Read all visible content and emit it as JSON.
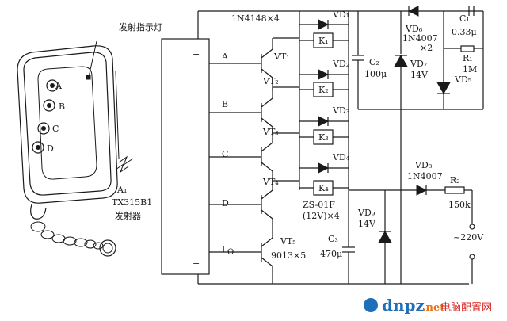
{
  "labels": {
    "indicator": "发射指示灯",
    "btn_a": "A",
    "btn_b": "B",
    "btn_c": "C",
    "btn_d": "D",
    "transmitter_id": "A₁",
    "transmitter_model": "TX315B1",
    "transmitter_name": "发射器",
    "in_a": "A",
    "in_b": "B",
    "in_c": "C",
    "in_d": "D",
    "in_io": "I",
    "in_io_sub": "O",
    "plus": "+",
    "minus": "−",
    "diodes_top": "1N4148×4",
    "vd1": "VD₁",
    "vd2": "VD₂",
    "vd3": "VD₃",
    "vd4": "VD₄",
    "vt1": "VT₁",
    "vt2": "VT₂",
    "vt3": "VT₃",
    "vt4": "VT₄",
    "vt5": "VT₅",
    "vt_type": "9013×5",
    "k1": "K₁",
    "k2": "K₂",
    "k3": "K₃",
    "k4": "K₄",
    "relay_model": "ZS-01F",
    "relay_spec": "(12V)×4",
    "c2": "C₂",
    "c2_val": "100μ",
    "c3": "C₃",
    "c3_val": "470μ",
    "vd6": "VD₆",
    "vd6_model": "1N4007",
    "vd6_qty": "×2",
    "c1": "C₁",
    "c1_val": "0.33μ",
    "r1": "R₁",
    "r1_val": "1M",
    "vd5": "VD₅",
    "vd7": "VD₇",
    "vd7_val": "14V",
    "vd8": "VD₈",
    "vd8_model": "1N4007",
    "r2": "R₂",
    "r2_val": "150k",
    "vd9": "VD₉",
    "vd9_val": "14V",
    "mains": "~220V"
  },
  "watermark": {
    "brand": "dnpz",
    "tld": ".net",
    "site_name": "电脑配置网"
  },
  "colors": {
    "ink": "#1a1a1a",
    "watermark_blue": "#1f6fb8",
    "watermark_orange": "#e8731c",
    "watermark_red": "#d8231f"
  }
}
